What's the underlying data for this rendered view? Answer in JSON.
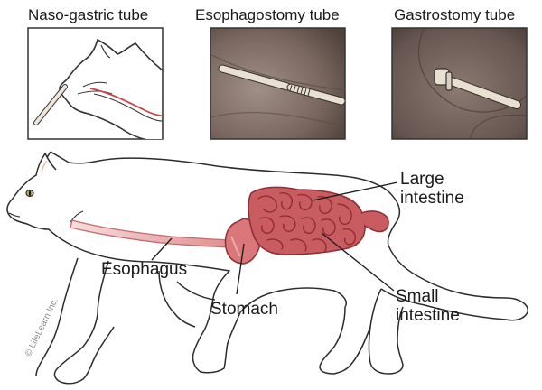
{
  "panels": [
    {
      "title": "Naso-gastric tube"
    },
    {
      "title": "Esophagostomy tube"
    },
    {
      "title": "Gastrostomy tube"
    }
  ],
  "labels": {
    "large_intestine_1": "Large",
    "large_intestine_2": "intestine",
    "esophagus": "Esophagus",
    "stomach": "Stomach",
    "small_intestine_1": "Small",
    "small_intestine_2": "intestine"
  },
  "credit": "© LifeLearn Inc.",
  "colors": {
    "outline": "#2b2b2b",
    "esophagus": "#e9a5a5",
    "intestine": "#c95c60",
    "intestine_dark": "#8e2e35",
    "stomach": "#d9777b",
    "tube": "#e8e0d2",
    "panel_bg_warm": "#6d5d55"
  }
}
